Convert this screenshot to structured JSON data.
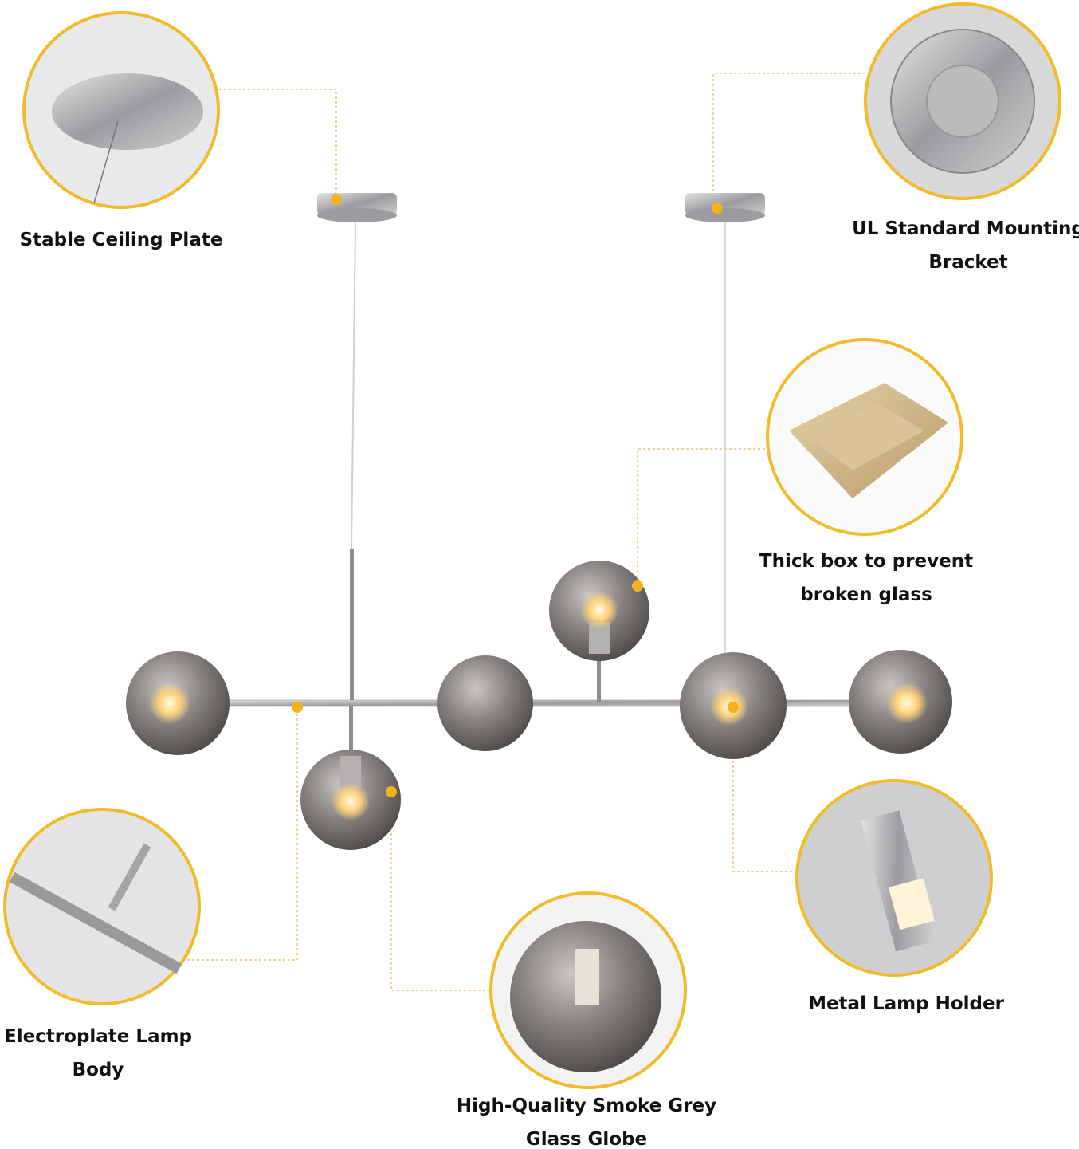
{
  "colors": {
    "accent": "#f2b21b",
    "callout_border": "#f0bc2c",
    "metal": "#a9a9ab",
    "glass": "#6f6b6a",
    "bulb": "#ffd27a"
  },
  "callouts": [
    {
      "id": "ceiling-plate",
      "lines": [
        "Stable Ceiling Plate"
      ]
    },
    {
      "id": "mounting-bracket",
      "lines": [
        "UL Standard Mounting",
        "Bracket"
      ]
    },
    {
      "id": "thick-box",
      "lines": [
        "Thick box to prevent",
        "broken glass"
      ]
    },
    {
      "id": "lamp-body",
      "lines": [
        "Electroplate Lamp",
        "Body"
      ]
    },
    {
      "id": "glass-globe",
      "lines": [
        "High-Quality Smoke Grey",
        "Glass Globe"
      ]
    },
    {
      "id": "lamp-holder",
      "lines": [
        "Metal Lamp Holder"
      ]
    }
  ]
}
